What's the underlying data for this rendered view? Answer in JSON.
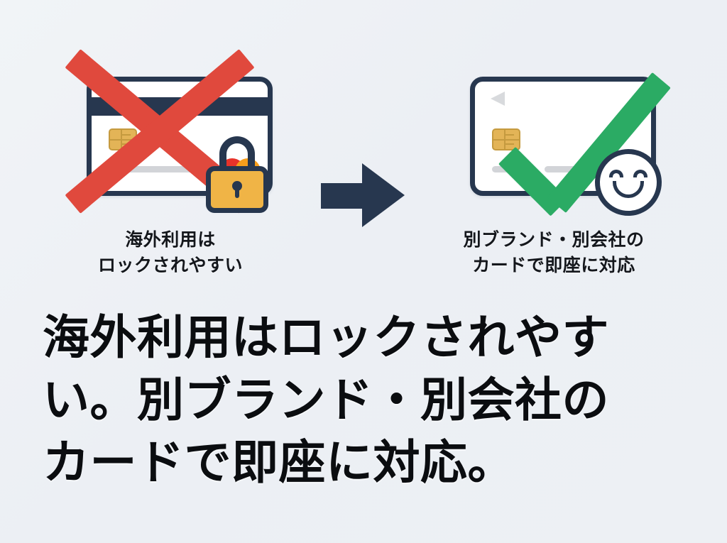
{
  "background_color": "#eef1f5",
  "palette": {
    "navy": "#27374f",
    "red_x": "#e0493d",
    "green_check": "#2bab64",
    "lock_amber": "#f0b446",
    "chip_gold": "#e3b457",
    "mastercard_red": "#e8332a",
    "mastercard_orange": "#f79e1b",
    "text_black": "#0b0d10",
    "gray_bar": "#d2d4d8"
  },
  "panels": [
    {
      "id": "problem",
      "icons": [
        "credit-card-icon",
        "red-x-icon",
        "padlock-icon",
        "card-chip-icon",
        "mastercard-logo-icon"
      ],
      "caption_line1": "海外利用は",
      "caption_line2": "ロックされやすい"
    },
    {
      "id": "solution",
      "icons": [
        "credit-card-icon",
        "green-check-icon",
        "smiley-face-icon",
        "card-chip-icon",
        "mastercard-logo-icon",
        "play-marker-icon"
      ],
      "caption_line1": "別ブランド・別会社の",
      "caption_line2": "カードで即座に対応"
    }
  ],
  "transition": {
    "icon": "right-arrow-icon"
  },
  "headline": {
    "line1": "海外利用はロックされやす",
    "line2": "い。別ブランド・別会社の",
    "line3": "カードで即座に対応。",
    "full_text": "海外利用はロックされやすい。別ブランド・別会社のカードで即座に対応。"
  }
}
